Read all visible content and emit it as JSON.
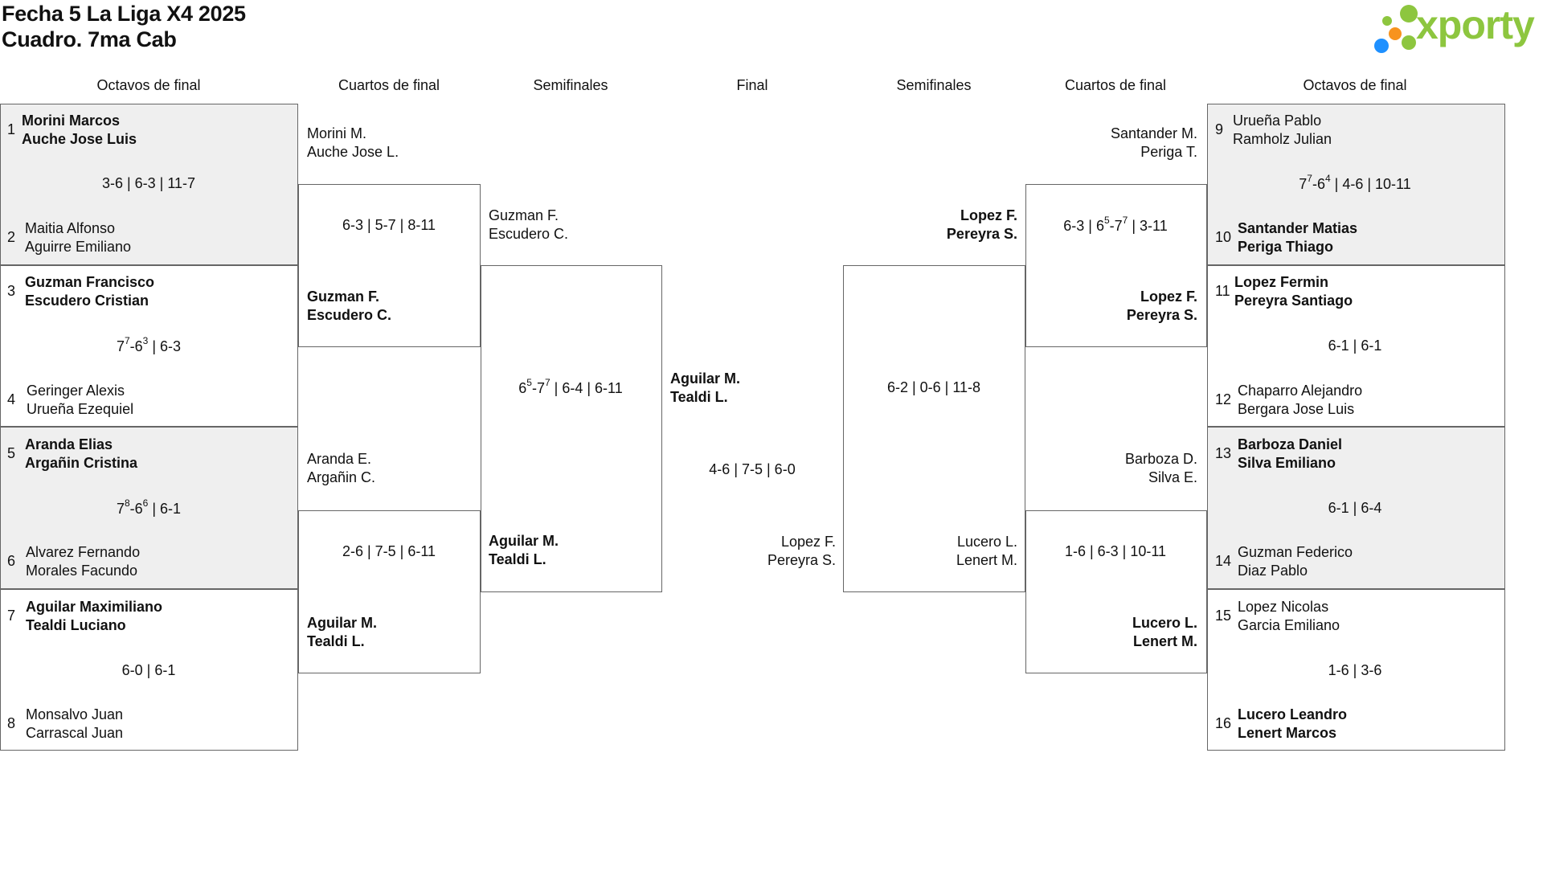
{
  "header": {
    "title_line1": "Fecha 5 La Liga X4 2025",
    "title_line2": "Cuadro. 7ma Cab",
    "logo_text": "xporty"
  },
  "colors": {
    "logo_green": "#8dc63f",
    "logo_blue": "#1e90ff",
    "logo_orange": "#f7931e",
    "cell_grey": "#efefef",
    "border": "#666666"
  },
  "columns": {
    "left_octavos": "Octavos de final",
    "left_cuartos": "Cuartos de final",
    "left_semis": "Semifinales",
    "final": "Final",
    "right_semis": "Semifinales",
    "right_cuartos": "Cuartos de final",
    "right_octavos": "Octavos de final"
  },
  "left": {
    "r16": [
      {
        "seed_top": "1",
        "top_p1": "Morini Marcos",
        "top_p2": "Auche Jose Luis",
        "seed_bottom": "2",
        "bottom_p1": "Maitia Alfonso",
        "bottom_p2": "Aguirre Emiliano",
        "score": "3-6 | 6-3 | 11-7"
      },
      {
        "seed_top": "3",
        "top_p1": "Guzman Francisco",
        "top_p2": "Escudero Cristian",
        "seed_bottom": "4",
        "bottom_p1": "Geringer Alexis",
        "bottom_p2": "Urueña Ezequiel",
        "s1a": "7",
        "s1a_tb": "7",
        "s1b": "6",
        "s1b_tb": "3",
        "rest": " | 6-3"
      },
      {
        "seed_top": "5",
        "top_p1": "Aranda Elias",
        "top_p2": "Argañin Cristina",
        "seed_bottom": "6",
        "bottom_p1": "Alvarez Fernando",
        "bottom_p2": "Morales Facundo",
        "s1a": "7",
        "s1a_tb": "8",
        "s1b": "6",
        "s1b_tb": "6",
        "rest": " | 6-1"
      },
      {
        "seed_top": "7",
        "top_p1": "Aguilar Maximiliano",
        "top_p2": "Tealdi Luciano",
        "seed_bottom": "8",
        "bottom_p1": "Monsalvo Juan",
        "bottom_p2": "Carrascal Juan",
        "score": "6-0 | 6-1"
      }
    ],
    "qf": [
      {
        "top_p1": "Morini M.",
        "top_p2": "Auche Jose L.",
        "bottom_p1": "Guzman F.",
        "bottom_p2": "Escudero C.",
        "score": "6-3 | 5-7 | 8-11"
      },
      {
        "top_p1": "Aranda E.",
        "top_p2": "Argañin C.",
        "bottom_p1": "Aguilar M.",
        "bottom_p2": "Tealdi L.",
        "score": "2-6 | 7-5 | 6-11"
      }
    ],
    "sf": {
      "top_p1": "Guzman F.",
      "top_p2": "Escudero C.",
      "bottom_p1": "Aguilar M.",
      "bottom_p2": "Tealdi L.",
      "s1a": "6",
      "s1a_tb": "5",
      "s1b": "7",
      "s1b_tb": "7",
      "rest": " | 6-4 | 6-11"
    }
  },
  "final": {
    "top_p1": "Aguilar M.",
    "top_p2": "Tealdi L.",
    "bottom_p1": "Lopez F.",
    "bottom_p2": "Pereyra S.",
    "score": "4-6 | 7-5 | 6-0"
  },
  "right": {
    "sf": {
      "top_p1": "Lopez F.",
      "top_p2": "Pereyra S.",
      "bottom_p1": "Lucero L.",
      "bottom_p2": "Lenert M.",
      "score": "6-2 | 0-6 | 11-8"
    },
    "qf": [
      {
        "top_p1": "Santander M.",
        "top_p2": "Periga T.",
        "bottom_p1": "Lopez F.",
        "bottom_p2": "Pereyra S.",
        "pre": "6-3 | ",
        "s2a": "6",
        "s2a_tb": "5",
        "s2b": "7",
        "s2b_tb": "7",
        "rest": " | 3-11"
      },
      {
        "top_p1": "Barboza D.",
        "top_p2": "Silva E.",
        "bottom_p1": "Lucero L.",
        "bottom_p2": "Lenert M.",
        "score": "1-6 | 6-3 | 10-11"
      }
    ],
    "r16": [
      {
        "seed_top": "9",
        "top_p1": "Urueña Pablo",
        "top_p2": "Ramholz Julian",
        "seed_bottom": "10",
        "bottom_p1": "Santander Matias",
        "bottom_p2": "Periga Thiago",
        "s1a": "7",
        "s1a_tb": "7",
        "s1b": "6",
        "s1b_tb": "4",
        "rest": " | 4-6 | 10-11"
      },
      {
        "seed_top": "11",
        "top_p1": "Lopez Fermin",
        "top_p2": "Pereyra Santiago",
        "seed_bottom": "12",
        "bottom_p1": "Chaparro Alejandro",
        "bottom_p2": "Bergara Jose Luis",
        "score": "6-1 | 6-1"
      },
      {
        "seed_top": "13",
        "top_p1": "Barboza Daniel",
        "top_p2": "Silva Emiliano",
        "seed_bottom": "14",
        "bottom_p1": "Guzman Federico",
        "bottom_p2": "Diaz Pablo",
        "score": "6-1 | 6-4"
      },
      {
        "seed_top": "15",
        "top_p1": "Lopez Nicolas",
        "top_p2": "Garcia Emiliano",
        "seed_bottom": "16",
        "bottom_p1": "Lucero Leandro",
        "bottom_p2": "Lenert Marcos",
        "score": "1-6 | 3-6"
      }
    ]
  }
}
